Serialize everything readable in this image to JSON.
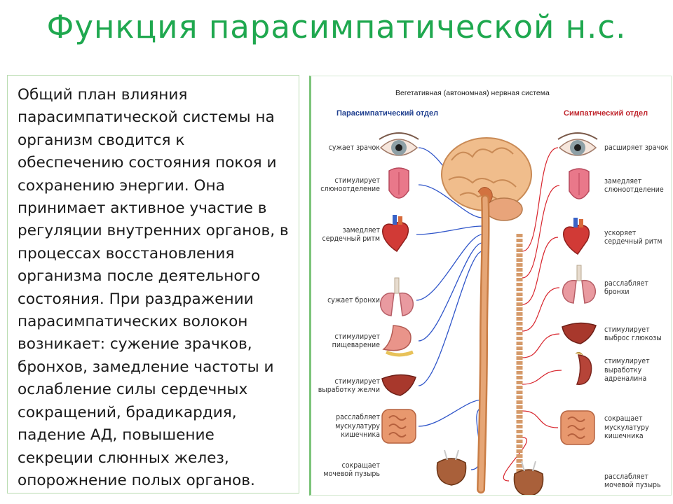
{
  "title": "Функция  парасимпатической  н.с.",
  "body_text": "Общий план влияния парасимпатической системы на организм сводится к обеспечению состояния покоя и сохранению энергии. Она принимает активное участие в регуляции внутренних органов, в процессах восстановления организма после деятельного состояния. При раздражении парасимпатических волокон возникает: сужение зрачков, бронхов, замедление частоты и ослабление силы сердечных сокращений, брадикардия, падение АД, повышение секреции слюнных желез, опорожнение полых органов.",
  "diagram": {
    "title": "Вегетативная (автономная) нервная система",
    "left_header": "Парасимпатический отдел",
    "right_header": "Симпатический отдел",
    "left_labels": [
      {
        "id": "pupil",
        "lines": [
          "сужает зрачок"
        ]
      },
      {
        "id": "saliva",
        "lines": [
          "стимулирует",
          "слюноотделение"
        ]
      },
      {
        "id": "heart",
        "lines": [
          "замедляет",
          "сердечный ритм"
        ]
      },
      {
        "id": "bronchi",
        "lines": [
          "сужает бронхи"
        ]
      },
      {
        "id": "digest",
        "lines": [
          "стимулирует",
          "пищеварение"
        ]
      },
      {
        "id": "bile",
        "lines": [
          "стимулирует",
          "выработку желчи"
        ]
      },
      {
        "id": "intestine",
        "lines": [
          "расслабляет",
          "мускулатуру",
          "кишечника"
        ]
      },
      {
        "id": "bladder",
        "lines": [
          "сокращает",
          "мочевой пузырь"
        ]
      }
    ],
    "right_labels": [
      {
        "id": "pupil",
        "lines": [
          "расширяет зрачок"
        ]
      },
      {
        "id": "saliva",
        "lines": [
          "замедляет",
          "слюноотделение"
        ]
      },
      {
        "id": "heart",
        "lines": [
          "ускоряет",
          "сердечный ритм"
        ]
      },
      {
        "id": "bronchi",
        "lines": [
          "расслабляет",
          "бронхи"
        ]
      },
      {
        "id": "glucose",
        "lines": [
          "стимулирует",
          "выброс глюкозы"
        ]
      },
      {
        "id": "adrenaline",
        "lines": [
          "стимулирует",
          "выработку",
          "адреналина"
        ]
      },
      {
        "id": "intestine",
        "lines": [
          "сокращает",
          "мускулатуру",
          "кишечника"
        ]
      },
      {
        "id": "bladder",
        "lines": [
          "расслабляет",
          "мочевой пузырь"
        ]
      }
    ]
  },
  "colors": {
    "title_green": "#1fa84f",
    "parasympathetic_line": "#2f55c9",
    "sympathetic_line": "#d8262e",
    "spinal_cord": "#d9935a",
    "brain": "#f0bd8c"
  }
}
